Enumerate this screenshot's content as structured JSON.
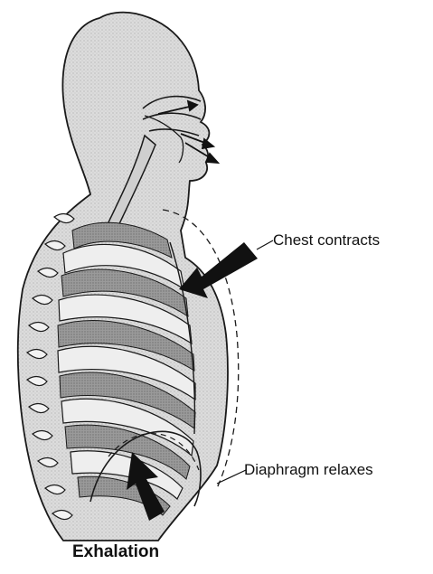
{
  "labels": {
    "chest": "Chest contracts",
    "diaphragm": "Diaphragm relaxes"
  },
  "caption": "Exhalation",
  "colors": {
    "body_fill": "#d9d9d9",
    "outline": "#1a1a1a",
    "rib_light": "#ececec",
    "rib_dark": "#8a8a8a",
    "arrow": "#111111"
  }
}
